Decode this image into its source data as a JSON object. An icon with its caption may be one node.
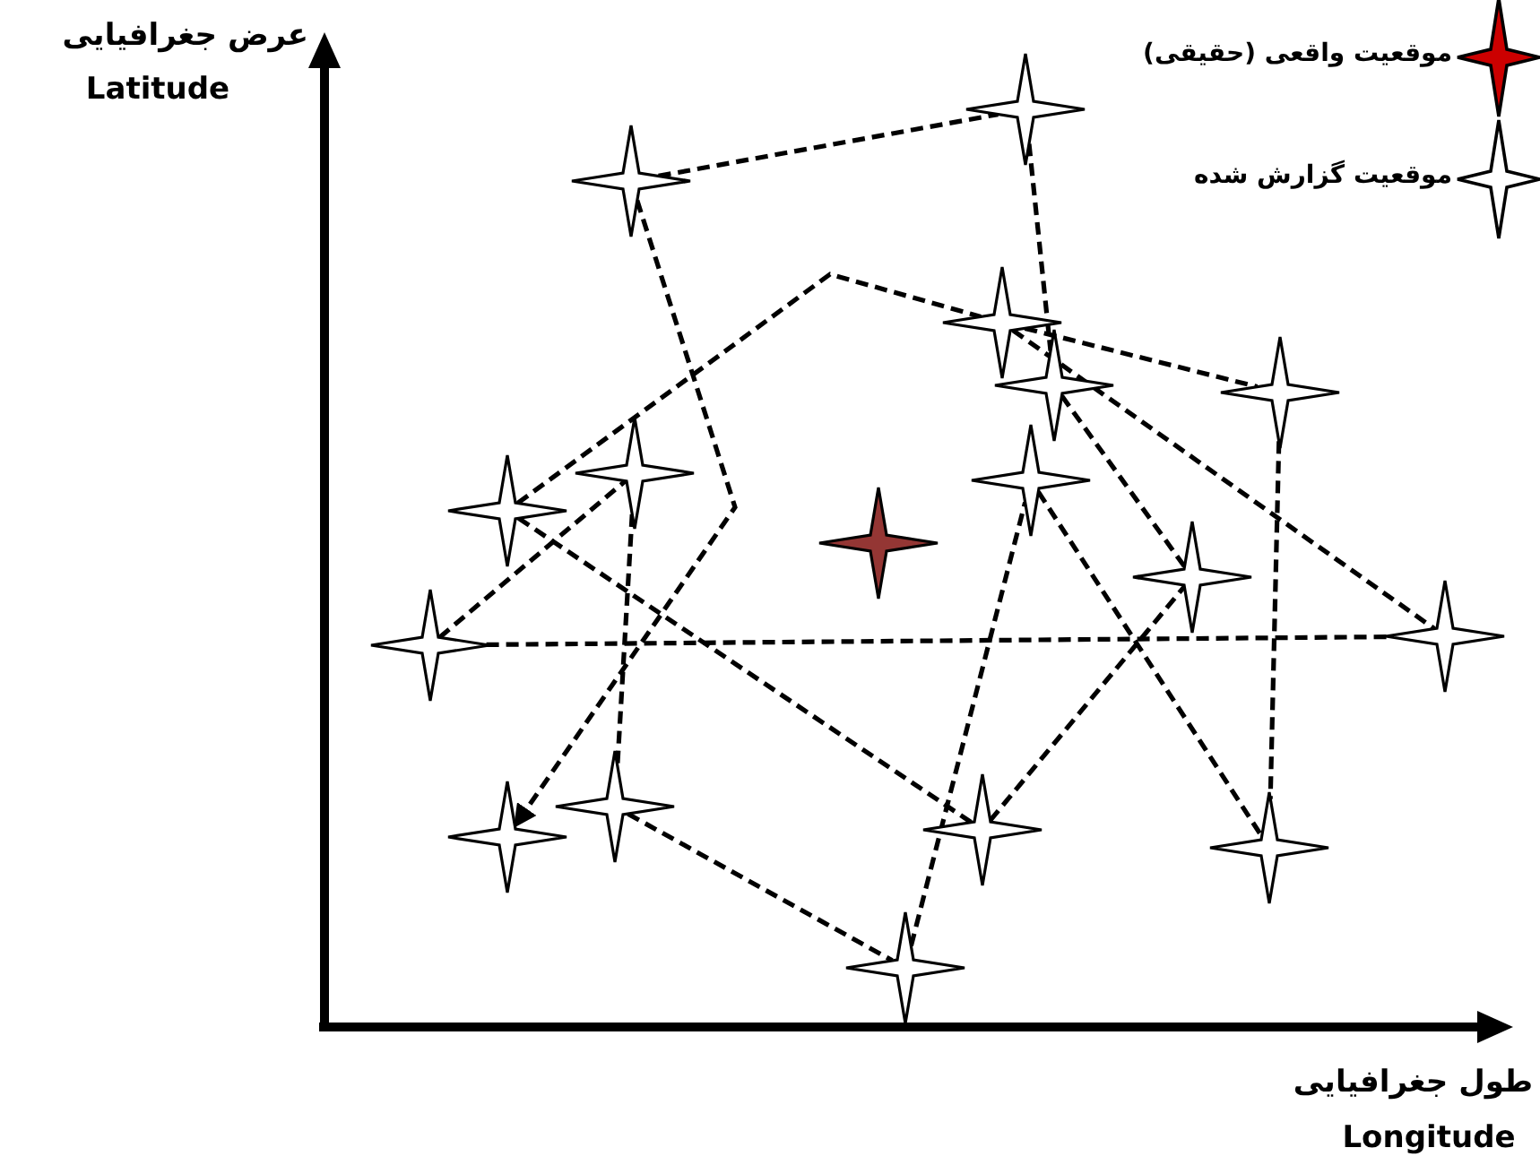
{
  "diagram": {
    "nodes": [
      {
        "text": [],
        "shape": "star"
      },
      {
        "text": [],
        "shape": "star"
      },
      {
        "text": [],
        "shape": "star"
      },
      {
        "text": [],
        "shape": "star"
      },
      {
        "text": [],
        "shape": "star"
      },
      {
        "text": [],
        "shape": "star"
      },
      {
        "text": [],
        "shape": "star"
      },
      {
        "text": [],
        "shape": "star"
      },
      {
        "text": [],
        "shape": "star"
      },
      {
        "text": [],
        "shape": "star"
      },
      {
        "text": [],
        "shape": "star"
      },
      {
        "text": [],
        "shape": "star"
      },
      {
        "text": [],
        "shape": "star"
      },
      {
        "text": [],
        "shape": "star"
      },
      {
        "text": [],
        "shape": "star"
      },
      {
        "text": [],
        "shape": "star"
      },
      {
        "text": [],
        "shape": "star"
      }
    ],
    "edges": [
      {
        "from": 1,
        "to": 0,
        "arrow": "none"
      },
      {
        "from": 0,
        "to": 3,
        "arrow": "none"
      },
      {
        "from": 1,
        "to": 14,
        "arrow": "to"
      },
      {
        "from": 7,
        "to": 2,
        "arrow": "none"
      },
      {
        "from": 2,
        "to": 4,
        "arrow": "none"
      },
      {
        "from": 2,
        "to": 10,
        "arrow": "none"
      },
      {
        "from": 3,
        "to": 9,
        "arrow": "none"
      },
      {
        "from": 11,
        "to": 5,
        "arrow": "none"
      },
      {
        "from": 11,
        "to": 10,
        "arrow": "none"
      },
      {
        "from": 5,
        "to": 12,
        "arrow": "none"
      },
      {
        "from": 7,
        "to": 13,
        "arrow": "none"
      },
      {
        "from": 12,
        "to": 16,
        "arrow": "none"
      },
      {
        "from": 16,
        "to": 6,
        "arrow": "none"
      },
      {
        "from": 6,
        "to": 15,
        "arrow": "none"
      },
      {
        "from": 4,
        "to": 15,
        "arrow": "none"
      },
      {
        "from": 13,
        "to": 9,
        "arrow": "none"
      }
    ],
    "labels": [
      "عرض جغرافیایی",
      "Latitude",
      "طول جغرافیایی",
      "Longitude"
    ],
    "legend": [
      {
        "text": "موقعیت واقعی (حقیقی)"
      },
      {
        "text": "موقعیت گزارش شده"
      }
    ]
  }
}
